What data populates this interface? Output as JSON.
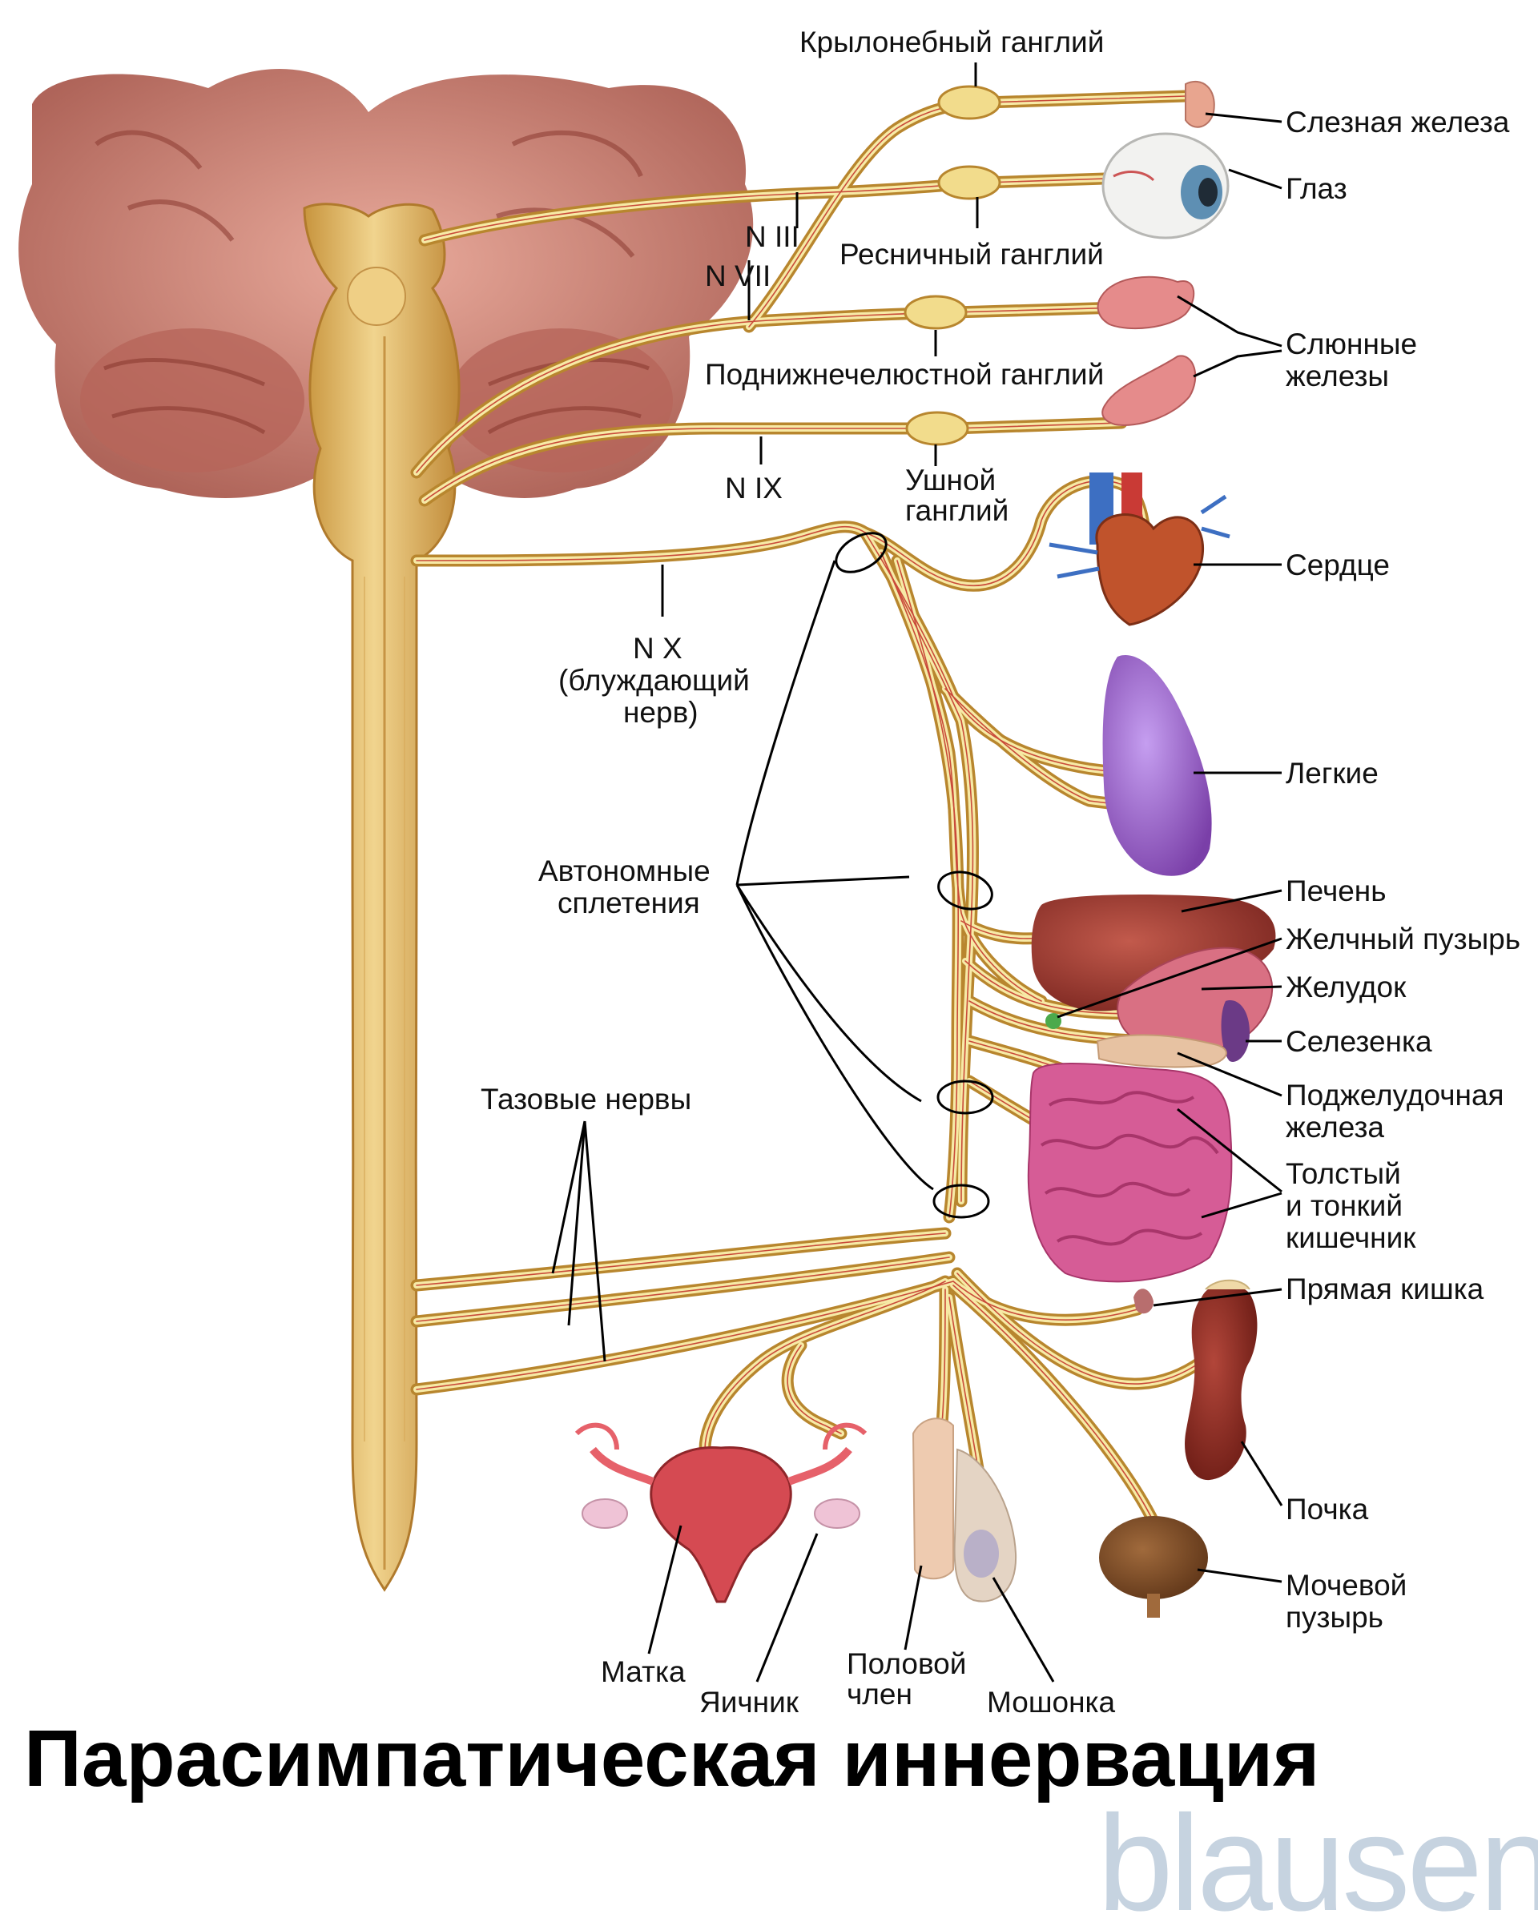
{
  "title": "Парасимпатическая иннервация",
  "brand": "blausen",
  "labels": {
    "pterygopalatine": "Крылонебный ганглий",
    "lacrimal": "Слезная железа",
    "eye": "Глаз",
    "n3": "N III",
    "n7": "N VII",
    "ciliary": "Ресничный ганглий",
    "salivary_1": "Слюнные",
    "salivary_2": "железы",
    "submandibular": "Поднижнечелюстной ганглий",
    "n9": "N IX",
    "otic_1": "Ушной",
    "otic_2": "ганглий",
    "heart": "Сердце",
    "vagus_1": "N X",
    "vagus_2": "(блуждающий",
    "vagus_3": "нерв)",
    "lungs": "Легкие",
    "plexus_1": "Автономные",
    "plexus_2": "сплетения",
    "liver": "Печень",
    "gallbladder": "Желчный пузырь",
    "stomach": "Желудок",
    "spleen": "Селезенка",
    "pelvic": "Тазовые нервы",
    "pancreas_1": "Поджелудочная",
    "pancreas_2": "железа",
    "intestine_1": "Толстый",
    "intestine_2": "и тонкий",
    "intestine_3": "кишечник",
    "rectum": "Прямая кишка",
    "kidney": "Почка",
    "bladder_1": "Мочевой",
    "bladder_2": "пузырь",
    "uterus": "Матка",
    "ovary": "Яичник",
    "penis_1": "Половой",
    "penis_2": "член",
    "scrotum": "Мошонка"
  },
  "colors": {
    "brain": "#c8796a",
    "brainstem": "#e6c27a",
    "nerve": "#b8862e",
    "nerve_core": "#f7eaa6",
    "organ_red": "#b8473f",
    "lung": "#9b6bc8",
    "intestine": "#d8578f",
    "brand": "#c6d3e0"
  }
}
